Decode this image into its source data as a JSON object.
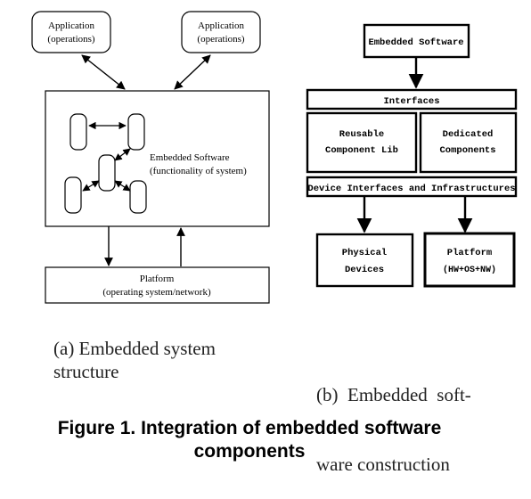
{
  "diagram_a": {
    "app_left": [
      "Application",
      "(operations)"
    ],
    "app_right": [
      "Application",
      "(operations)"
    ],
    "main_box": [
      "Embedded Software",
      "(functionality of system)"
    ],
    "platform": [
      "Platform",
      "(operating system/network)"
    ]
  },
  "diagram_b": {
    "embedded_software": "Embedded Software",
    "interfaces": "Interfaces",
    "reusable": [
      "Reusable",
      "Component Lib"
    ],
    "dedicated": [
      "Dedicated",
      "Components"
    ],
    "device_interfaces": "Device Interfaces and Infrastructures",
    "physical": [
      "Physical",
      "Devices"
    ],
    "platform": [
      "Platform",
      "(HW+OS+NW)"
    ]
  },
  "captions": {
    "a": [
      "(a) Embedded system",
      "structure"
    ],
    "b": [
      "(b)  Embedded  soft-",
      "ware construction"
    ],
    "figure": [
      "Figure 1. Integration of embedded software",
      "components"
    ]
  }
}
